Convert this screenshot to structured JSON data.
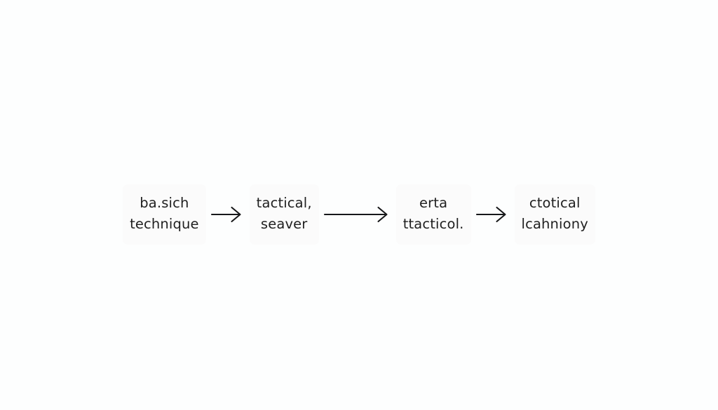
{
  "diagram": {
    "type": "horizontal-flow",
    "background_color": "#fdfefe",
    "text_color": "#1f1f1f",
    "arrow_color": "#17181a",
    "stages": [
      {
        "id": "stage-1",
        "line1": "ba.sich",
        "line2": "technique"
      },
      {
        "id": "stage-2",
        "line1": "tactical,",
        "line2": "seaver"
      },
      {
        "id": "stage-3",
        "line1": "erta",
        "line2": "ttacticol."
      },
      {
        "id": "stage-4",
        "line1": "ctotical",
        "line2": "lcahniony"
      }
    ],
    "connectors": [
      {
        "id": "connector-1",
        "style": "short",
        "glyph": "arrow-right"
      },
      {
        "id": "connector-2",
        "style": "long",
        "glyph": "arrow-right"
      },
      {
        "id": "connector-3",
        "style": "short",
        "glyph": "arrow-right"
      }
    ]
  }
}
